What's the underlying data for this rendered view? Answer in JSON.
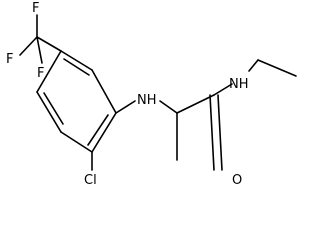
{
  "molecule": {
    "atoms": {
      "f_top": "F",
      "f_left": "F",
      "f_bottom": "F",
      "nh_amine": "NH",
      "nh_amide": "NH",
      "cl": "Cl",
      "o": "O"
    }
  }
}
